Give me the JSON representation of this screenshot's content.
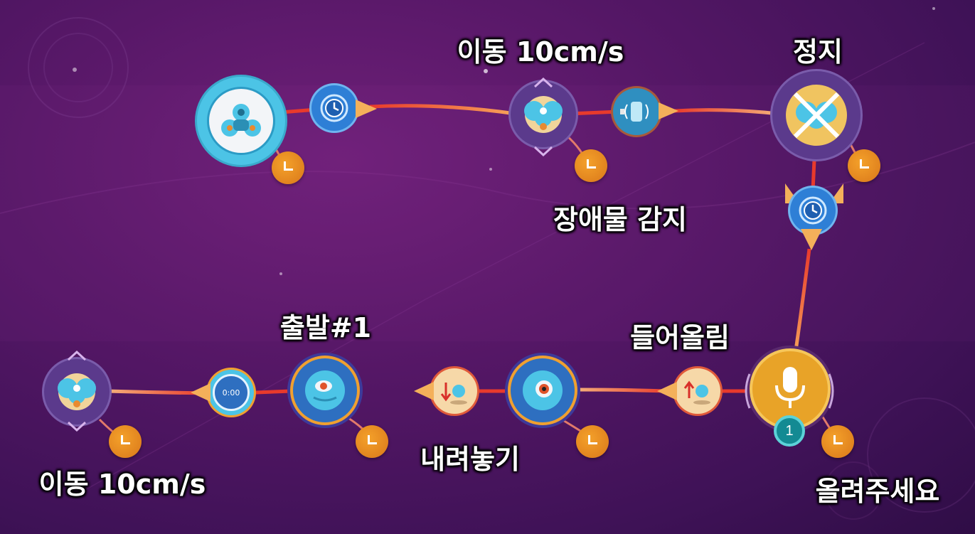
{
  "labels": {
    "move_top": "이동 10cm/s",
    "stop": "정지",
    "obstacle": "장애물 감지",
    "start": "출발#1",
    "lift": "들어올림",
    "putdown": "내려놓기",
    "move_bottom": "이동 10cm/s",
    "raise_me": "올려주세요"
  },
  "badge_number": "1",
  "icons": {
    "start": "robot-start-icon",
    "wait": "timer-icon",
    "move": "robot-move-icon",
    "obstacle": "obstacle-sensor-icon",
    "stop": "robot-stop-icon",
    "voice": "microphone-icon",
    "lift": "lift-icon",
    "putdown": "put-down-icon",
    "eye": "robot-eye-icon",
    "stopwatch": "stopwatch-icon"
  },
  "stopwatch_time": "0:00",
  "colors": {
    "wire_hot": "#e83a2c",
    "wire_warm": "#f6a35a",
    "node_blue": "#4cc4e6",
    "node_orange": "#f0a030",
    "port_orange": "#e88a20"
  }
}
